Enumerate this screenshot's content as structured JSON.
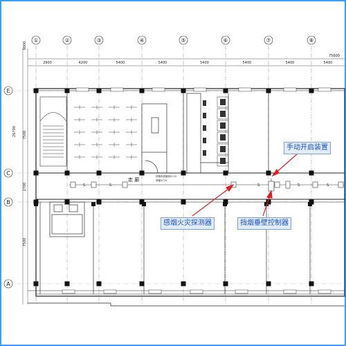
{
  "columns": [
    "①",
    "②",
    "③",
    "④",
    "⑤",
    "⑥",
    "⑦",
    "⑧"
  ],
  "rows": [
    "E",
    "C",
    "B",
    "A"
  ],
  "top_dims": [
    "2900",
    "4200",
    "5400",
    "5400",
    "5400",
    "5400",
    "5400",
    "5400"
  ],
  "top_total": "75600",
  "left_dims": [
    "9000",
    "26700",
    "7500",
    "2700",
    "7500"
  ],
  "callouts": {
    "manual_device": "手动开启装置",
    "smoke_detector": "感烟火灾探测器",
    "smoke_barrier_controller": "挡烟垂壁控制器"
  },
  "corridor_label": "走 廊",
  "corridor_note1": "排烟系统管线SC20",
  "corridor_note2": "穿管SC20",
  "device_symbol": "S",
  "colors": {
    "callout_text": "#1a4fbf",
    "callout_bg": "#e3ecfb",
    "arrow": "#e02020",
    "frame": "#3aa0ff"
  }
}
